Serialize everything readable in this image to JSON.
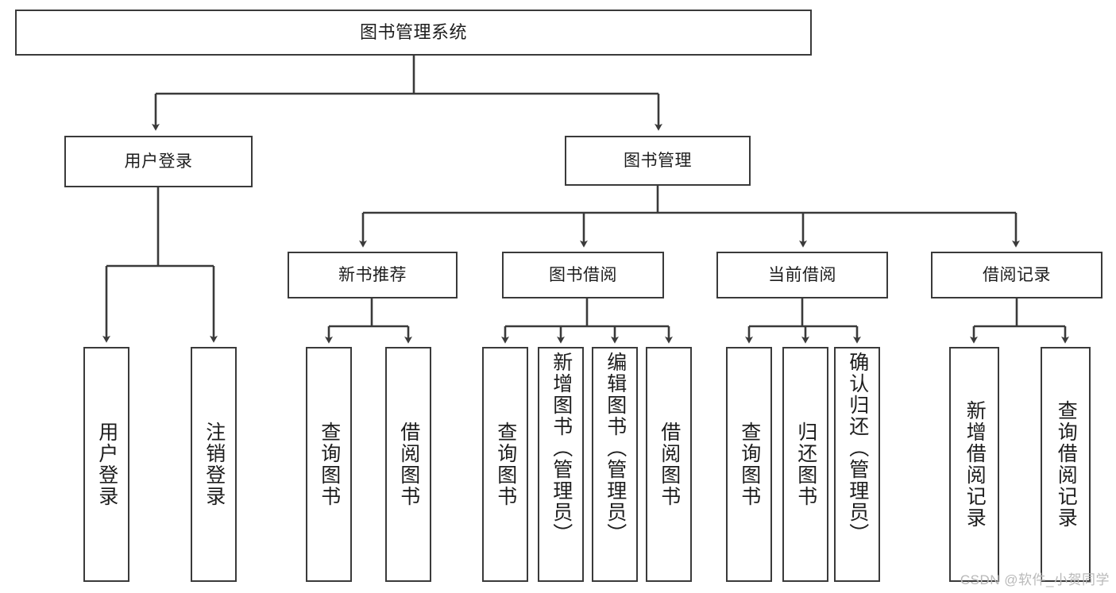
{
  "diagram": {
    "title": "图书管理系统",
    "type": "hierarchy-tree",
    "root": {
      "label": "图书管理系统"
    },
    "level1": [
      {
        "label": "用户登录"
      },
      {
        "label": "图书管理"
      }
    ],
    "level2": [
      {
        "label": "新书推荐"
      },
      {
        "label": "图书借阅"
      },
      {
        "label": "当前借阅"
      },
      {
        "label": "借阅记录"
      }
    ],
    "leaves": {
      "user_login": [
        {
          "label": "用户登录"
        },
        {
          "label": "注销登录"
        }
      ],
      "new_book_recommend": [
        {
          "label": "查询图书"
        },
        {
          "label": "借阅图书"
        }
      ],
      "book_borrow": [
        {
          "label": "查询图书"
        },
        {
          "label": "新增图书（管理员）"
        },
        {
          "label": "编辑图书（管理员）"
        },
        {
          "label": "借阅图书"
        }
      ],
      "current_borrow": [
        {
          "label": "查询图书"
        },
        {
          "label": "归还图书"
        },
        {
          "label": "确认归还（管理员）"
        }
      ],
      "borrow_record": [
        {
          "label": "新增借阅记录"
        },
        {
          "label": "查询借阅记录"
        }
      ]
    },
    "watermark": "CSDN @软件_小贺同学",
    "colors": {
      "stroke": "#3a3a3a",
      "text": "#1d1d1d",
      "background": "#ffffff",
      "watermark": "#b9b9b9"
    }
  }
}
